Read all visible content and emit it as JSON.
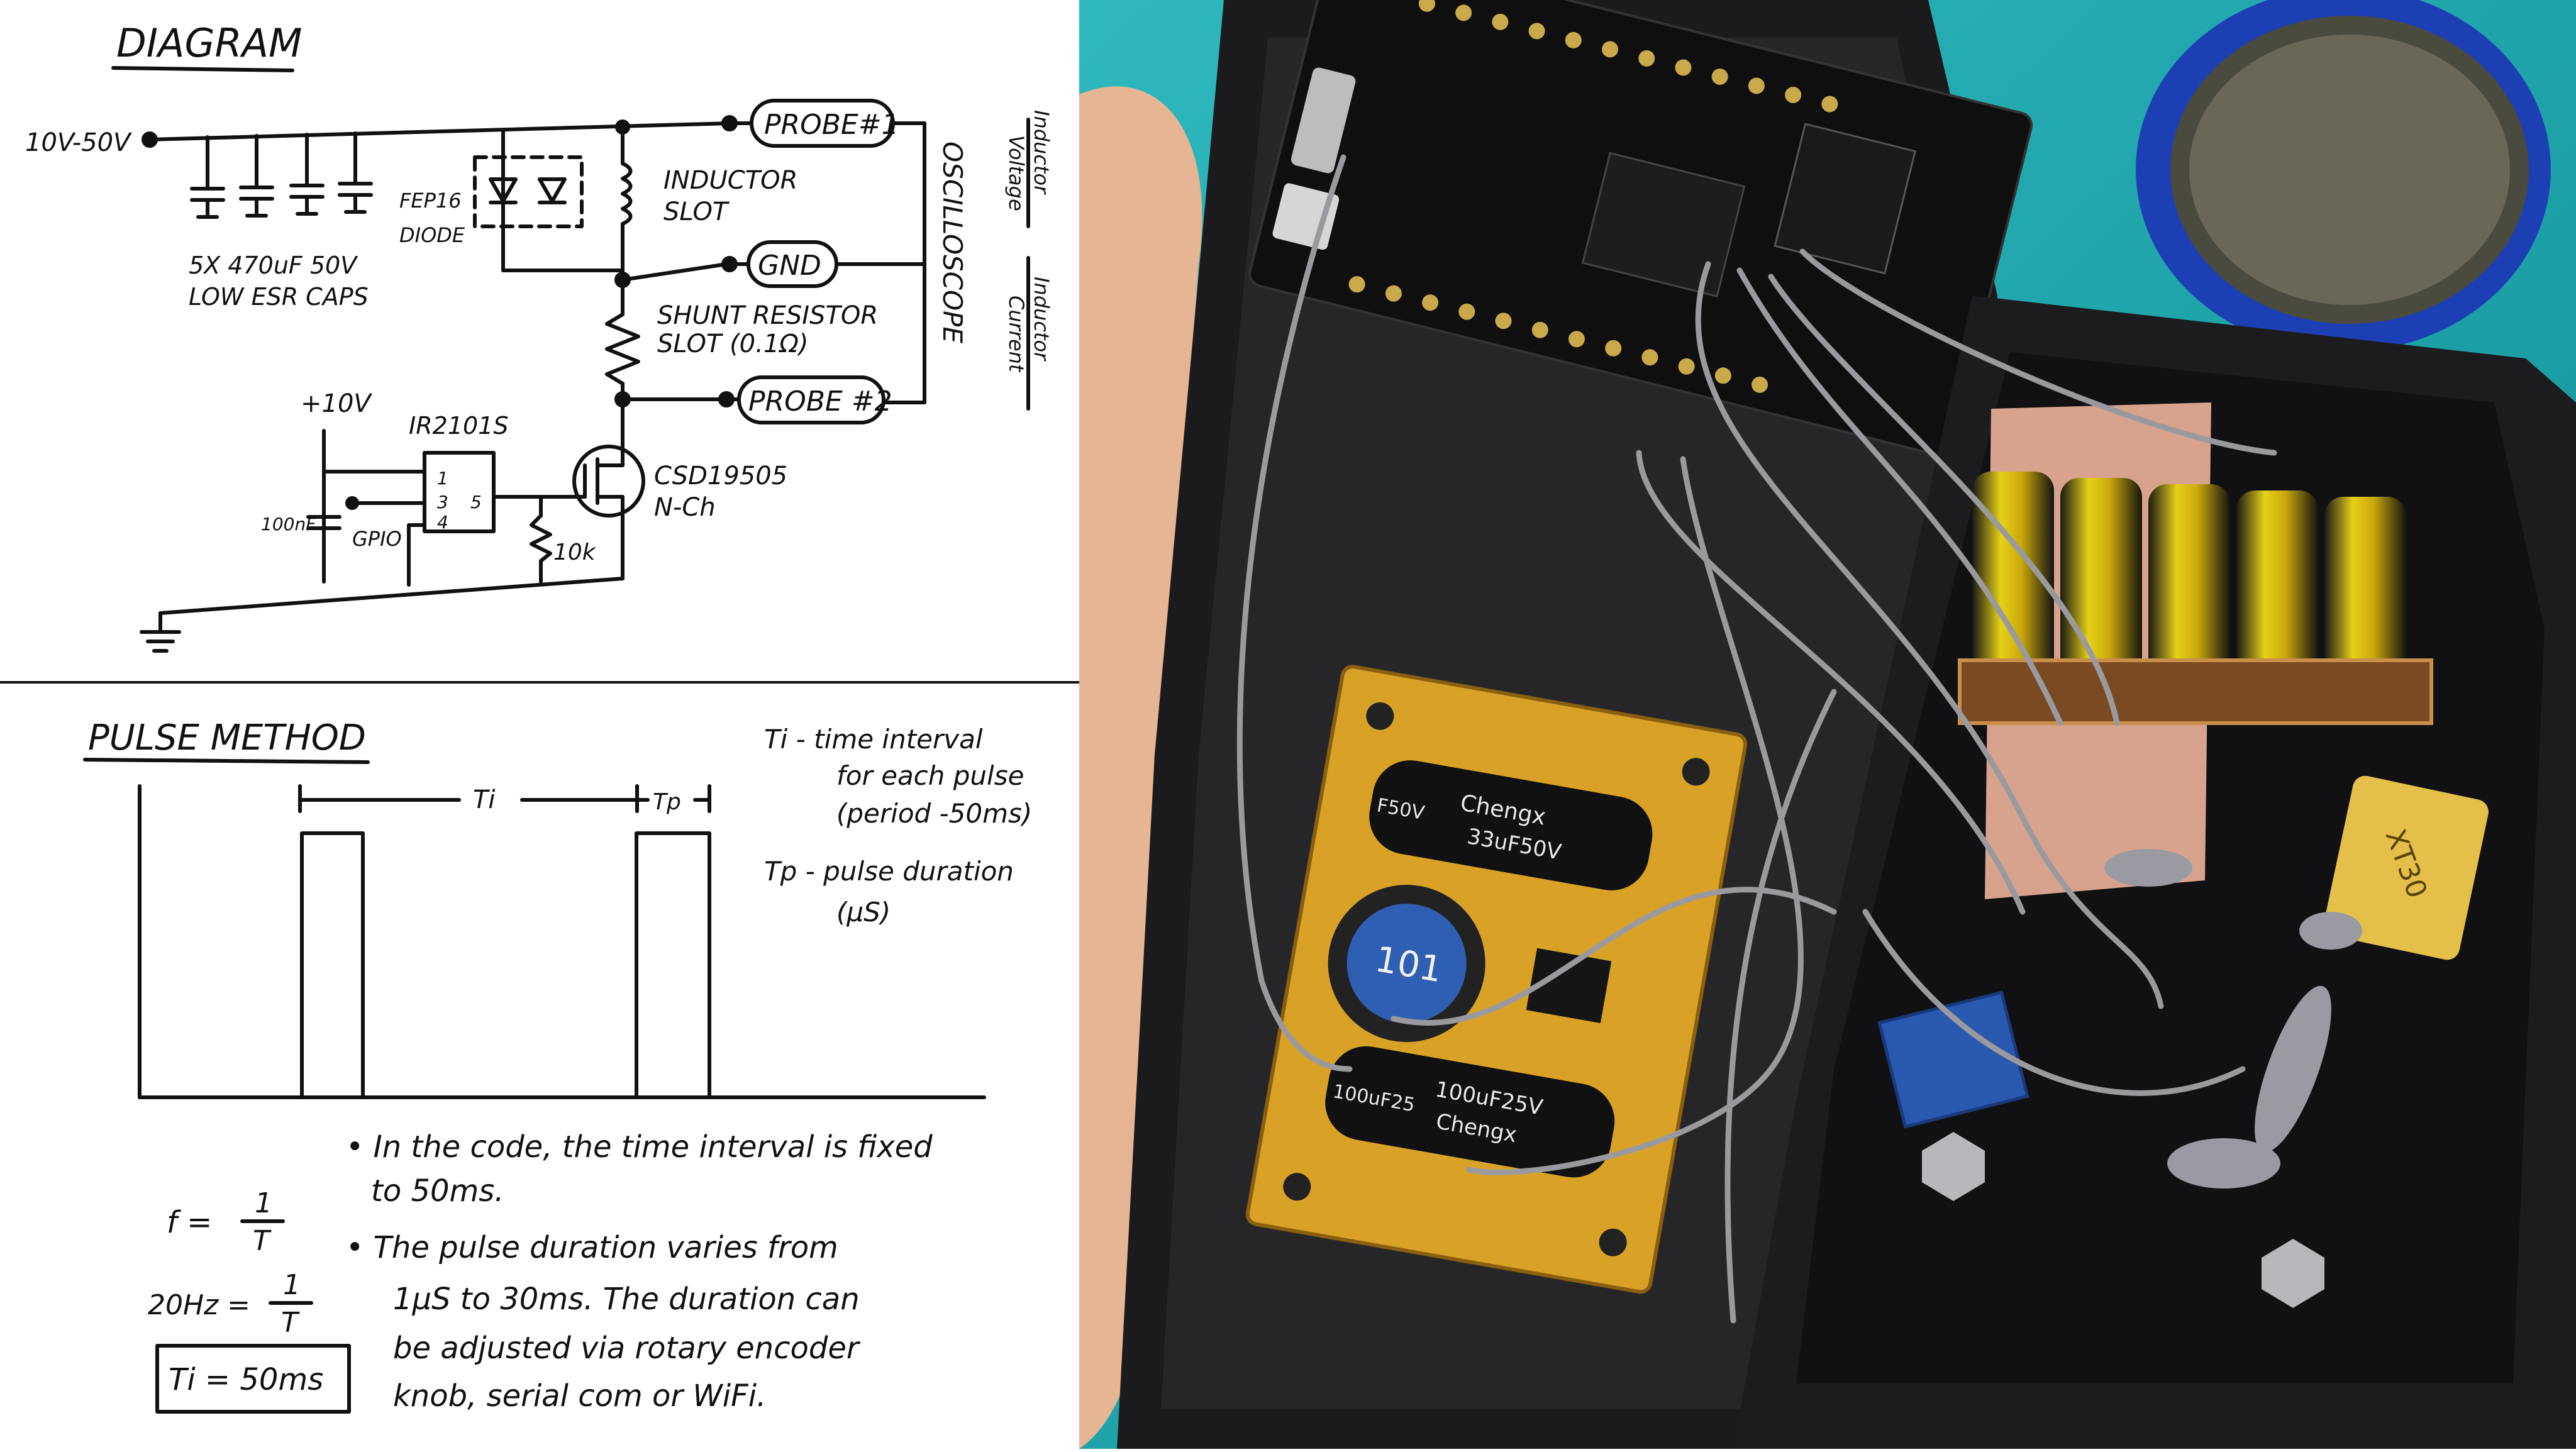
{
  "diagram": {
    "title": "DIAGRAM",
    "supply_label": "10V-50V",
    "caps_label_line1": "5X 470uF 50V",
    "caps_label_line2": "LOW ESR CAPS",
    "diode_label_line1": "FEP16",
    "diode_label_line2": "DIODE",
    "inductor_label_line1": "INDUCTOR",
    "inductor_label_line2": "SLOT",
    "shunt_label_line1": "SHUNT RESISTOR",
    "shunt_label_line2": "SLOT (0.1Ω)",
    "probe1": "PROBE#1",
    "gnd": "GND",
    "probe2": "PROBE #2",
    "oscilloscope": "OSCILLOSCOPE",
    "inductor_voltage_line1": "Inductor",
    "inductor_voltage_line2": "Voltage",
    "inductor_current_line1": "Inductor",
    "inductor_current_line2": "Current",
    "driver_supply": "+10V",
    "driver_ic": "IR2101S",
    "pin_1": "1",
    "pin_3": "3",
    "pin_4": "4",
    "pin_5": "5",
    "cap_100nf": "100nF",
    "gpio": "GPIO",
    "resistor_10k": "10k",
    "mosfet_line1": "CSD19505",
    "mosfet_line2": "N-Ch"
  },
  "pulse": {
    "title": "PULSE METHOD",
    "ti_marker": "Ti",
    "tp_marker": "Tp",
    "ti_def_line1": "Ti - time interval",
    "ti_def_line2": "for each pulse",
    "ti_def_line3": "(period -50ms)",
    "tp_def_line1": "Tp - pulse duration",
    "tp_def_line2": "(μS)",
    "bullet1_line1": "• In the code, the time interval is fixed",
    "bullet1_line2": "to 50ms.",
    "bullet2_line1": "• The pulse duration varies from",
    "bullet2_line2": "1μS to 30ms. The duration can",
    "bullet2_line3": "be adjusted via rotary encoder",
    "bullet2_line4": "knob, serial com or WiFi.",
    "formula_f": "f = ",
    "formula_num": "1",
    "formula_den": "T",
    "formula_hz": "20Hz = ",
    "formula_ti": "Ti = 50ms"
  },
  "photo": {
    "cap_top_line1": "Chengx",
    "cap_top_line2": "33uF50V",
    "cap_top_left": "F50V",
    "inductor_marking": "101",
    "cap_bottom_line1": "100uF25V",
    "cap_bottom_line2": "Chengx",
    "cap_bottom_left": "100uF25",
    "xt_connector": "XT30"
  }
}
